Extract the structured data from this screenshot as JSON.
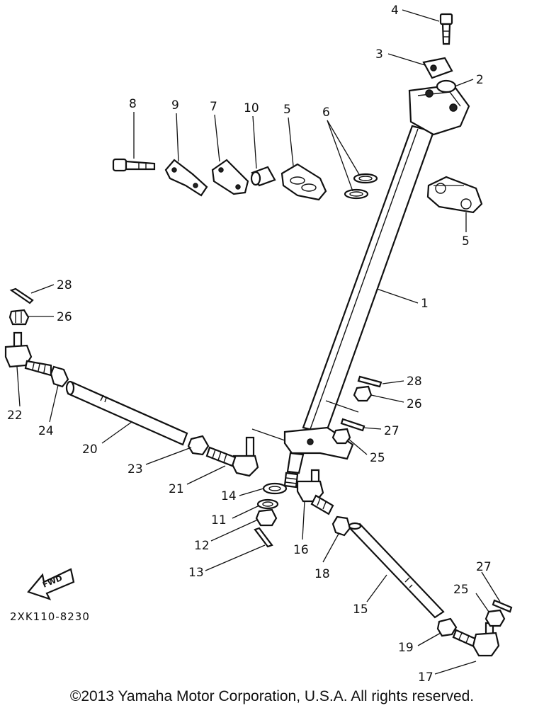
{
  "diagram_code": "2XK110-8230",
  "fwd_label": "FWD",
  "copyright": "©2013 Yamaha Motor Corporation, U.S.A. All rights reserved.",
  "callouts": [
    {
      "id": "c4",
      "text": "4"
    },
    {
      "id": "c3",
      "text": "3"
    },
    {
      "id": "c2",
      "text": "2"
    },
    {
      "id": "c8",
      "text": "8"
    },
    {
      "id": "c9",
      "text": "9"
    },
    {
      "id": "c7",
      "text": "7"
    },
    {
      "id": "c10",
      "text": "10"
    },
    {
      "id": "c5a",
      "text": "5"
    },
    {
      "id": "c6",
      "text": "6"
    },
    {
      "id": "c5b",
      "text": "5"
    },
    {
      "id": "c1",
      "text": "1"
    },
    {
      "id": "c28a",
      "text": "28"
    },
    {
      "id": "c26a",
      "text": "26"
    },
    {
      "id": "c22",
      "text": "22"
    },
    {
      "id": "c24",
      "text": "24"
    },
    {
      "id": "c20",
      "text": "20"
    },
    {
      "id": "c23",
      "text": "23"
    },
    {
      "id": "c21",
      "text": "21"
    },
    {
      "id": "c28b",
      "text": "28"
    },
    {
      "id": "c26b",
      "text": "26"
    },
    {
      "id": "c27a",
      "text": "27"
    },
    {
      "id": "c25a",
      "text": "25"
    },
    {
      "id": "c14",
      "text": "14"
    },
    {
      "id": "c11",
      "text": "11"
    },
    {
      "id": "c12",
      "text": "12"
    },
    {
      "id": "c13",
      "text": "13"
    },
    {
      "id": "c16",
      "text": "16"
    },
    {
      "id": "c18",
      "text": "18"
    },
    {
      "id": "c15",
      "text": "15"
    },
    {
      "id": "c27b",
      "text": "27"
    },
    {
      "id": "c25b",
      "text": "25"
    },
    {
      "id": "c19",
      "text": "19"
    },
    {
      "id": "c17",
      "text": "17"
    }
  ]
}
